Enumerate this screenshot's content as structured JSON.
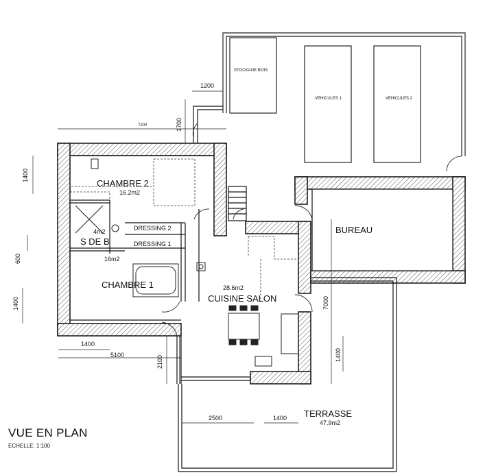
{
  "plan": {
    "title": "VUE EN PLAN",
    "scale": "ECHELLE: 1:100"
  },
  "rooms": {
    "chambre2": {
      "name": "CHAMBRE 2",
      "area": "16.2m2"
    },
    "chambre1": {
      "name": "CHAMBRE 1",
      "area": "16m2"
    },
    "sdb": {
      "name": "S DE B",
      "area": "4m2"
    },
    "dressing2": {
      "name": "DRESSING 2"
    },
    "dressing1": {
      "name": "DRESSING 1"
    },
    "cuisine": {
      "name": "CUISINE SALON",
      "area": "28.6m2"
    },
    "bureau": {
      "name": "BUREAU"
    },
    "terrasse": {
      "name": "TERRASSE",
      "area": "47.9m2"
    },
    "stockage": {
      "name": "STOCKAGE BOIS"
    },
    "vehicule1": {
      "name": "VEHICULES 1"
    },
    "vehicule2": {
      "name": "VEHICULES 2"
    }
  },
  "dimensions": {
    "top_width": "1200",
    "top_height": "1700",
    "overall_width": "7200",
    "left_1": "1400",
    "left_2": "600",
    "left_3": "1400",
    "bottom_1": "1400",
    "bottom_2": "5100",
    "bottom_3": "2100",
    "terrace_1": "2500",
    "terrace_2": "1400",
    "right_1": "7000",
    "right_2": "1400"
  }
}
